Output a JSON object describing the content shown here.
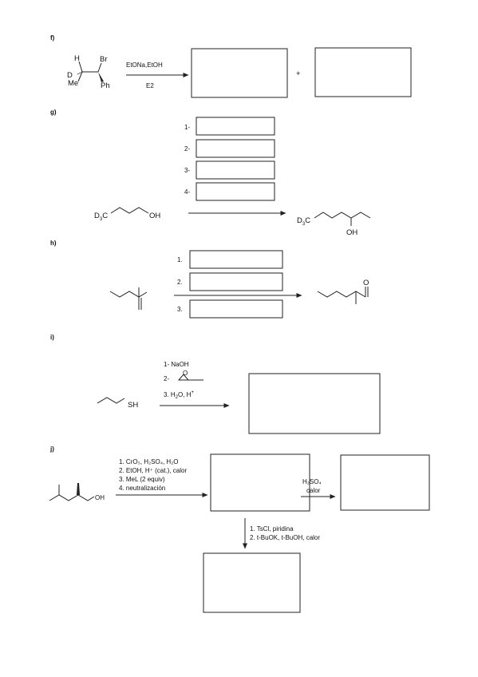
{
  "sections": {
    "f": {
      "label": "f)",
      "atoms": {
        "h": "H",
        "br": "Br",
        "d": "D",
        "me": "Me",
        "ph": "Ph"
      },
      "conditions": "EtONa,EtOH",
      "mechanism": "E2",
      "plus": "+"
    },
    "g": {
      "label": "g)",
      "steps": [
        "1-",
        "2-",
        "3-",
        "4-"
      ],
      "start_group": "D",
      "start_sub": "3",
      "start_c": "C",
      "start_oh": "OH",
      "product_group": "D",
      "product_sub": "3",
      "product_c": "C",
      "product_oh": "OH"
    },
    "h": {
      "label": "h)",
      "steps": [
        "1.",
        "2.",
        "3."
      ],
      "product_o": "O"
    },
    "i": {
      "label": "i)",
      "step1": "1-  NaOH",
      "step2": "2-",
      "epoxide_o": "O",
      "step3_a": "3.  H",
      "step3_sub": "2",
      "step3_b": "O, H",
      "step3_sup": "+",
      "start_sh": "SH"
    },
    "j": {
      "label": "j)",
      "conditions": [
        "1. CrO₃, H₂SO₄, H₂O",
        "2. EtOH, H⁺ (cat.), calor",
        "3. MeL (2 equiv)",
        "4. neutralización"
      ],
      "acid_label": "H₂SO₄",
      "acid_cond": "calor",
      "down_conditions": [
        "1. TsCl, piridina",
        "2. t-BuOK, t-BuOH, calor"
      ],
      "start_oh": "OH"
    }
  }
}
